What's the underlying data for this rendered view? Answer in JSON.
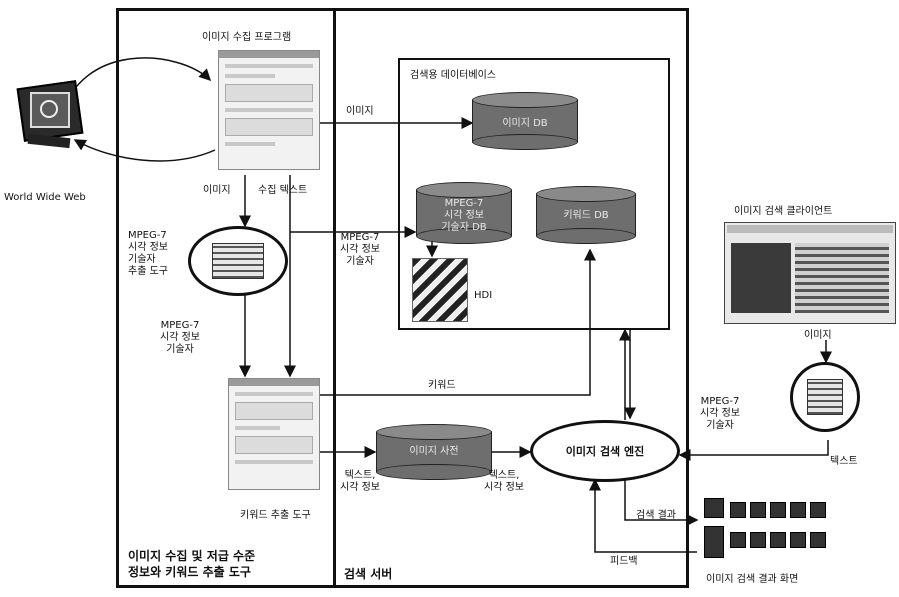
{
  "globe_caption": "World Wide Web",
  "collector_title": "이미지 수집 프로그램",
  "extract_tool_label": [
    "MPEG-7",
    "시각 정보",
    "기술자",
    "추출 도구"
  ],
  "mpeg_label_left_mid": [
    "MPEG-7",
    "시각 정보",
    "기술자"
  ],
  "keyword_tool_caption": "키워드 추출 도구",
  "left_box_caption": [
    "이미지 수집 및 저급 수준",
    "정보와 키워드 추출 도구"
  ],
  "search_server_caption": "검색 서버",
  "db_box_title": "검색용 데이터베이스",
  "image_db": "이미지 DB",
  "descriptor_db": [
    "MPEG-7",
    "시각 정보",
    "기술자 DB"
  ],
  "keyword_db": "키워드 DB",
  "hdi_label": "HDI",
  "image_dict": "이미지 사전",
  "search_engine": "이미지 검색 엔진",
  "client_title": "이미지 검색 클라이언트",
  "client_image_label": "이미지",
  "mpeg_label_right": [
    "MPEG-7",
    "시각 정보",
    "기술자"
  ],
  "result_screen_caption": "이미지 검색 결과 화면",
  "arrow_labels": {
    "image_to_db": "이미지",
    "image_down": "이미지",
    "collected_text": "수집 텍스트",
    "descriptor_to_db": [
      "MPEG-7",
      "시각 정보",
      "기술자"
    ],
    "keyword": "키워드",
    "text_visual_left": [
      "텍스트,",
      "시각 정보"
    ],
    "text_visual_right": [
      "텍스트,",
      "시각 정보"
    ],
    "text": "텍스트",
    "search_result": "검색 결과",
    "feedback": "피드백"
  }
}
